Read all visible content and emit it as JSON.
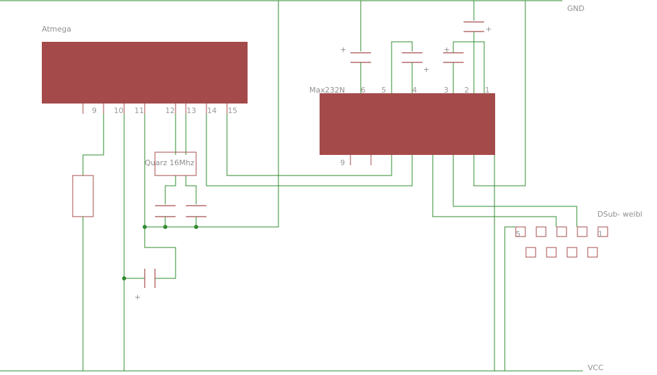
{
  "colors": {
    "wire": "#2e8b2e",
    "part": "#a54a4a",
    "part_fill": "#a54a4a",
    "label": "#8f8f8f",
    "background": "#ffffff"
  },
  "labels": {
    "gnd": "GND",
    "vcc": "VCC",
    "atmega": "Atmega",
    "max232": "Max232N",
    "quarz": "Quarz 16Mhz",
    "dsub": "DSub- weibl"
  },
  "atmega_pins": [
    "9",
    "10",
    "11",
    "12",
    "13",
    "14",
    "15"
  ],
  "max232_top_pins": [
    "6",
    "5",
    "4",
    "3",
    "2",
    "1"
  ],
  "max232_bottom_pins": [
    "9"
  ],
  "dsub_pins": [
    "5",
    "1"
  ],
  "polarity_mark": "+"
}
